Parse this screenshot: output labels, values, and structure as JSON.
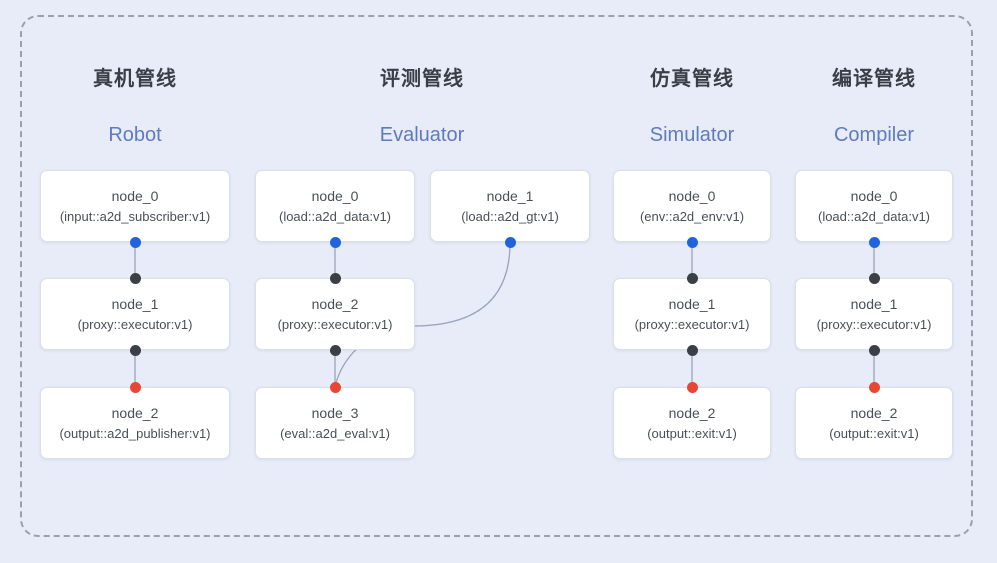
{
  "canvas": {
    "bg": "#e8ecf8",
    "frame_border": "#9aa1ad"
  },
  "colors": {
    "edge": "#9aa4b8",
    "output_port": "#2064dd",
    "input_port": "#3b4046",
    "final_input_port": "#ea4634",
    "title_zh": "#3a3f47",
    "title_en": "#5e7bc0",
    "node_text": "#4a4f57"
  },
  "pipelines": [
    {
      "title_zh": "真机管线",
      "title_en": "Robot",
      "nodes": [
        {
          "name": "node_0",
          "type": "(input::a2d_subscriber:v1)"
        },
        {
          "name": "node_1",
          "type": "(proxy::executor:v1)"
        },
        {
          "name": "node_2",
          "type": "(output::a2d_publisher:v1)"
        }
      ]
    },
    {
      "title_zh": "评测管线",
      "title_en": "Evaluator",
      "nodes": [
        {
          "name": "node_0",
          "type": "(load::a2d_data:v1)"
        },
        {
          "name": "node_1",
          "type": "(load::a2d_gt:v1)"
        },
        {
          "name": "node_2",
          "type": "(proxy::executor:v1)"
        },
        {
          "name": "node_3",
          "type": "(eval::a2d_eval:v1)"
        }
      ]
    },
    {
      "title_zh": "仿真管线",
      "title_en": "Simulator",
      "nodes": [
        {
          "name": "node_0",
          "type": "(env::a2d_env:v1)"
        },
        {
          "name": "node_1",
          "type": "(proxy::executor:v1)"
        },
        {
          "name": "node_2",
          "type": "(output::exit:v1)"
        }
      ]
    },
    {
      "title_zh": "编译管线",
      "title_en": "Compiler",
      "nodes": [
        {
          "name": "node_0",
          "type": "(load::a2d_data:v1)"
        },
        {
          "name": "node_1",
          "type": "(proxy::executor:v1)"
        },
        {
          "name": "node_2",
          "type": "(output::exit:v1)"
        }
      ]
    }
  ]
}
